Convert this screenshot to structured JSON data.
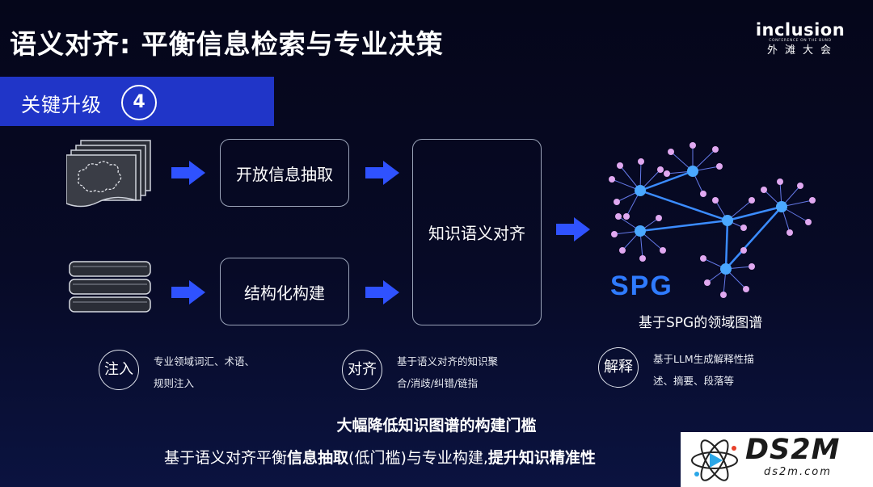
{
  "header": {
    "title": "语义对齐: 平衡信息检索与专业决策",
    "brand_main": "inclusion",
    "brand_sub": "CONFERENCE ON THE BUND",
    "brand_cn": "外滩大会"
  },
  "upgrade": {
    "label": "关键升级",
    "number": "4"
  },
  "flow": {
    "box_extract": "开放信息抽取",
    "box_build": "结构化构建",
    "box_align": "知识语义对齐",
    "spg_logo": "SPG",
    "spg_caption": "基于SPG的领域图谱"
  },
  "features": [
    {
      "icon_text": "注入",
      "lines": [
        "专业领域词汇、术语、",
        "规则注入"
      ]
    },
    {
      "icon_text": "对齐",
      "lines": [
        "基于语义对齐的知识聚",
        "合/消歧/纠错/链指"
      ]
    },
    {
      "icon_text": "解释",
      "lines": [
        "基于LLM生成解释性描",
        "述、摘要、段落等"
      ]
    }
  ],
  "summary": {
    "line1": "大幅降低知识图谱的构建门槛",
    "line2_a": "基于语义对齐平衡",
    "line2_b": "信息抽取",
    "line2_c": "(低门槛)与专业构建,",
    "line2_d": "提升知识精准性"
  },
  "watermark": {
    "big": "DS2M",
    "small": "ds2m.com"
  },
  "colors": {
    "accent_band": "#2035c8",
    "arrow": "#2f52ff",
    "node": "#4aa8ff",
    "leaf": "#e0a8f0"
  }
}
